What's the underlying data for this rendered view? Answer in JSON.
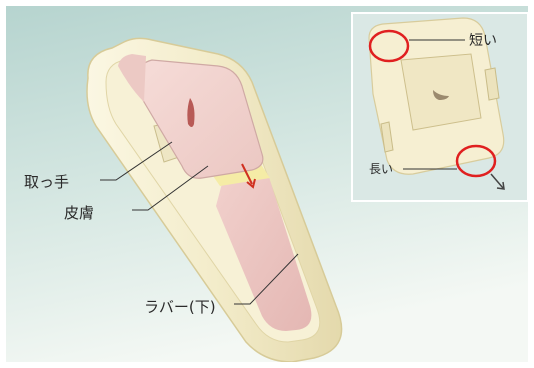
{
  "labels": {
    "handle": "取っ手",
    "skin": "皮膚",
    "rubber_lower": "ラバー(下)"
  },
  "inset": {
    "short_label": "短い",
    "long_label": "長い"
  },
  "colors": {
    "background_top": "#b8d6d0",
    "background_bottom": "#f2f7f4",
    "device_body": "#f3edcf",
    "rubber": "#e9c3c0",
    "highlight_circle": "#e02020",
    "arrow_red": "#d03020"
  }
}
